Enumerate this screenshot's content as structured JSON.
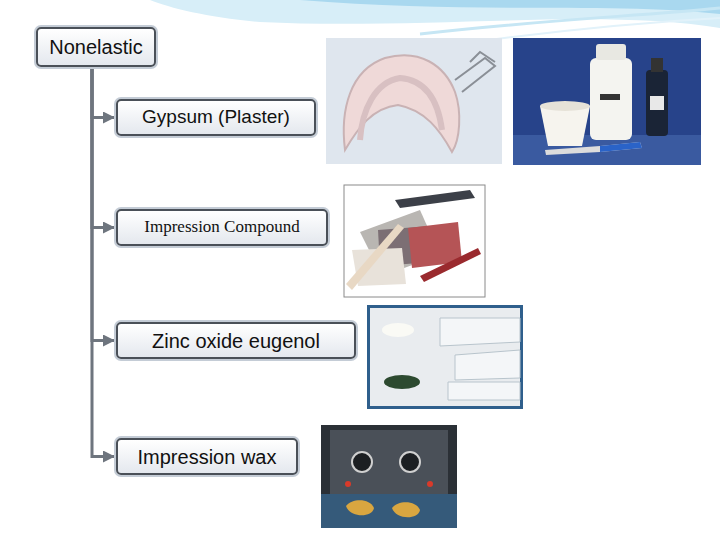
{
  "diagram": {
    "nodes": [
      {
        "text": [
          "Nonelastic"
        ]
      },
      {
        "text": [
          "Gypsum (Plaster)"
        ]
      },
      {
        "text": [
          "Impression Compound"
        ]
      },
      {
        "text": [
          "Zinc oxide eugenol"
        ]
      },
      {
        "text": [
          "Impression wax"
        ]
      }
    ],
    "edges": [
      {
        "from": 0,
        "to": 1,
        "arrow": "to"
      },
      {
        "from": 0,
        "to": 2,
        "arrow": "to"
      },
      {
        "from": 0,
        "to": 3,
        "arrow": "to"
      },
      {
        "from": 0,
        "to": 4,
        "arrow": "to"
      }
    ]
  }
}
